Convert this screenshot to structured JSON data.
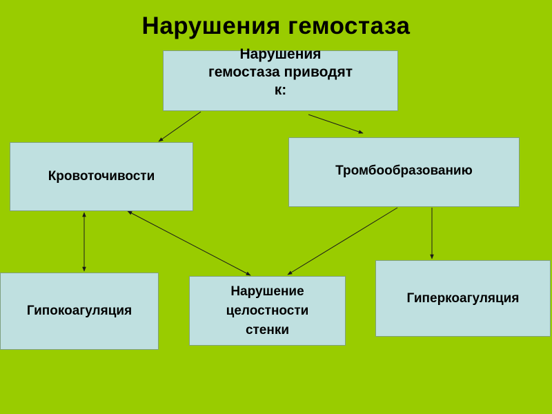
{
  "slide": {
    "background_color": "#99cc00",
    "box_color": "#bfe0e0",
    "title": "Нарушения гемостаза"
  },
  "nodes": {
    "root": "Нарушения гемостаза приводят к:",
    "bleeding": "Кровоточивости",
    "thrombosis": "Тромбообразованию",
    "hypocoagulation": "Гипокоагуляция",
    "wall_damage": "Нарушение целостности стенки",
    "hypercoagulation": "Гиперкоагуляция"
  }
}
